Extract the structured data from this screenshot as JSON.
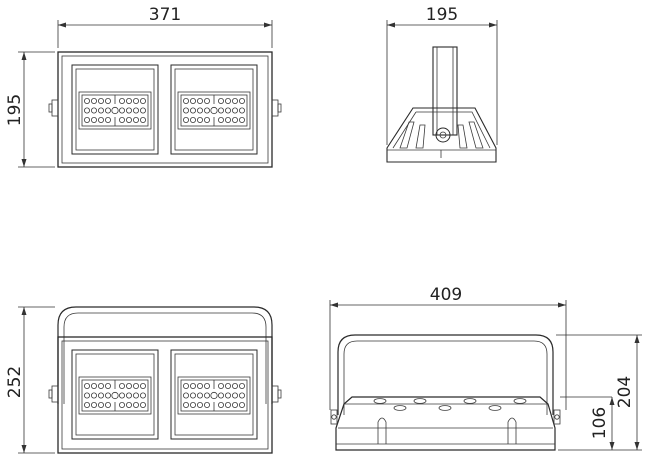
{
  "dimensions": {
    "front_width": "371",
    "front_height": "195",
    "side_width": "195",
    "bracket_height": "252",
    "bottom_width": "409",
    "bottom_height": "204",
    "bottom_inner_height": "106"
  },
  "colors": {
    "line": "#2a2a2a",
    "background": "#ffffff"
  }
}
